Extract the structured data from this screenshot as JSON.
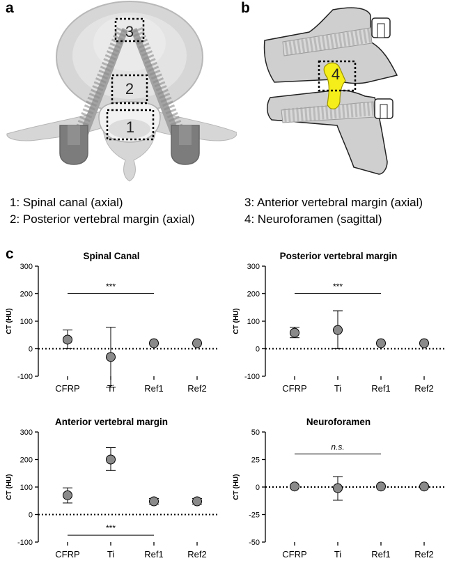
{
  "figure": {
    "panel_a": {
      "letter": "a",
      "box_numbers": [
        "3",
        "2",
        "1"
      ],
      "legend": [
        "1: Spinal canal (axial)",
        "2: Posterior vertebral margin (axial)"
      ]
    },
    "panel_b": {
      "letter": "b",
      "box_numbers": [
        "4"
      ],
      "legend": [
        "3: Anterior vertebral margin (axial)",
        "4: Neuroforamen (sagittal)"
      ]
    },
    "panel_c": {
      "letter": "c"
    },
    "colors": {
      "bone": "#d6d6d6",
      "bone_dark": "#a9a9a9",
      "screw": "#8c8c8c",
      "implant_yellow": "#f5ee1a",
      "marker": "#8a8a8a"
    }
  },
  "chart_data": [
    {
      "type": "scatter",
      "title": "Spinal  Canal",
      "ylabel": "CT (HU)",
      "categories": [
        "CFRP",
        "Ti",
        "Ref1",
        "Ref2"
      ],
      "values": [
        33,
        -30,
        20,
        20
      ],
      "err_low": [
        0,
        -140,
        20,
        20
      ],
      "err_high": [
        68,
        78,
        20,
        20
      ],
      "ylim": [
        -100,
        300
      ],
      "yticks": [
        -100,
        0,
        100,
        200,
        300
      ],
      "ytick_labels": [
        "-100",
        "0",
        "100",
        "200",
        "300"
      ],
      "sig": {
        "from": 0,
        "to": 2,
        "y": 200,
        "label": "***",
        "italic": false
      }
    },
    {
      "type": "scatter",
      "title": "Posterior vertebral margin",
      "ylabel": "CT (HU)",
      "categories": [
        "CFRP",
        "Ti",
        "Ref1",
        "Ref2"
      ],
      "values": [
        58,
        68,
        20,
        20
      ],
      "err_low": [
        40,
        0,
        20,
        20
      ],
      "err_high": [
        78,
        138,
        20,
        20
      ],
      "ylim": [
        -100,
        300
      ],
      "yticks": [
        -100,
        0,
        100,
        200,
        300
      ],
      "ytick_labels": [
        "-100",
        "0",
        "100",
        "200",
        "300"
      ],
      "sig": {
        "from": 0,
        "to": 2,
        "y": 200,
        "label": "***",
        "italic": false
      }
    },
    {
      "type": "scatter",
      "title": "Anterior vertebral margin",
      "ylabel": "CT (HU)",
      "categories": [
        "CFRP",
        "Ti",
        "Ref1",
        "Ref2"
      ],
      "values": [
        70,
        200,
        48,
        48
      ],
      "err_low": [
        42,
        160,
        38,
        38
      ],
      "err_high": [
        97,
        243,
        58,
        58
      ],
      "ylim": [
        -100,
        300
      ],
      "yticks": [
        -100,
        0,
        100,
        200,
        300
      ],
      "ytick_labels": [
        "-100",
        "0",
        "100",
        "200",
        "300"
      ],
      "sig": {
        "from": 0,
        "to": 2,
        "y": -75,
        "label": "***",
        "italic": false
      }
    },
    {
      "type": "scatter",
      "title": "Neuroforamen",
      "ylabel": "CT (HU)",
      "categories": [
        "CFRP",
        "Ti",
        "Ref1",
        "Ref2"
      ],
      "values": [
        0.5,
        -1,
        0.5,
        0.5
      ],
      "err_low": [
        0.5,
        -12,
        0.5,
        0.5
      ],
      "err_high": [
        0.5,
        9.5,
        0.5,
        0.5
      ],
      "ylim": [
        -50,
        50
      ],
      "yticks": [
        -50,
        -25,
        0,
        25,
        50
      ],
      "ytick_labels": [
        "-50",
        "-25",
        "0",
        "25",
        "50"
      ],
      "sig": {
        "from": 0,
        "to": 2,
        "y": 30,
        "label": "n.s.",
        "italic": true
      }
    }
  ]
}
